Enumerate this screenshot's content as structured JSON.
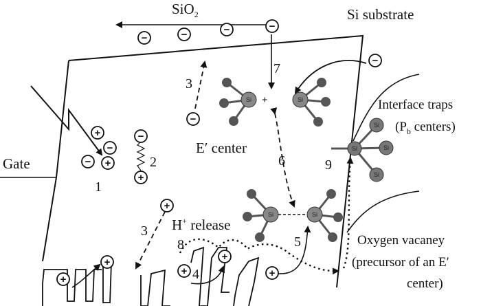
{
  "labels": {
    "sio2": "SiO",
    "sio2_sub": "2",
    "si_substrate": "Si substrate",
    "gate": "Gate",
    "e_center": "E′ center",
    "interface_traps_line1": "Interface traps",
    "interface_traps_line2_pre": "(P",
    "interface_traps_line2_sub": "b",
    "interface_traps_line2_post": " centers)",
    "h_release_h": "H",
    "h_release_sup": "+",
    "h_release_rest": " release",
    "oxygen_vacancy_line1": "Oxygen vacaney",
    "oxygen_vacancy_line2": "(precursor of an E′",
    "oxygen_vacancy_line3": "center)"
  },
  "process_numbers": {
    "n1": "1",
    "n2": "2",
    "n3_top": "3",
    "n3_bottom": "3",
    "n4": "4",
    "n5": "5",
    "n6": "6",
    "n7": "7",
    "n8": "8",
    "n9": "9"
  },
  "symbols": {
    "neg": "−",
    "pos": "+",
    "si": "Si",
    "bond_plus": "+"
  }
}
